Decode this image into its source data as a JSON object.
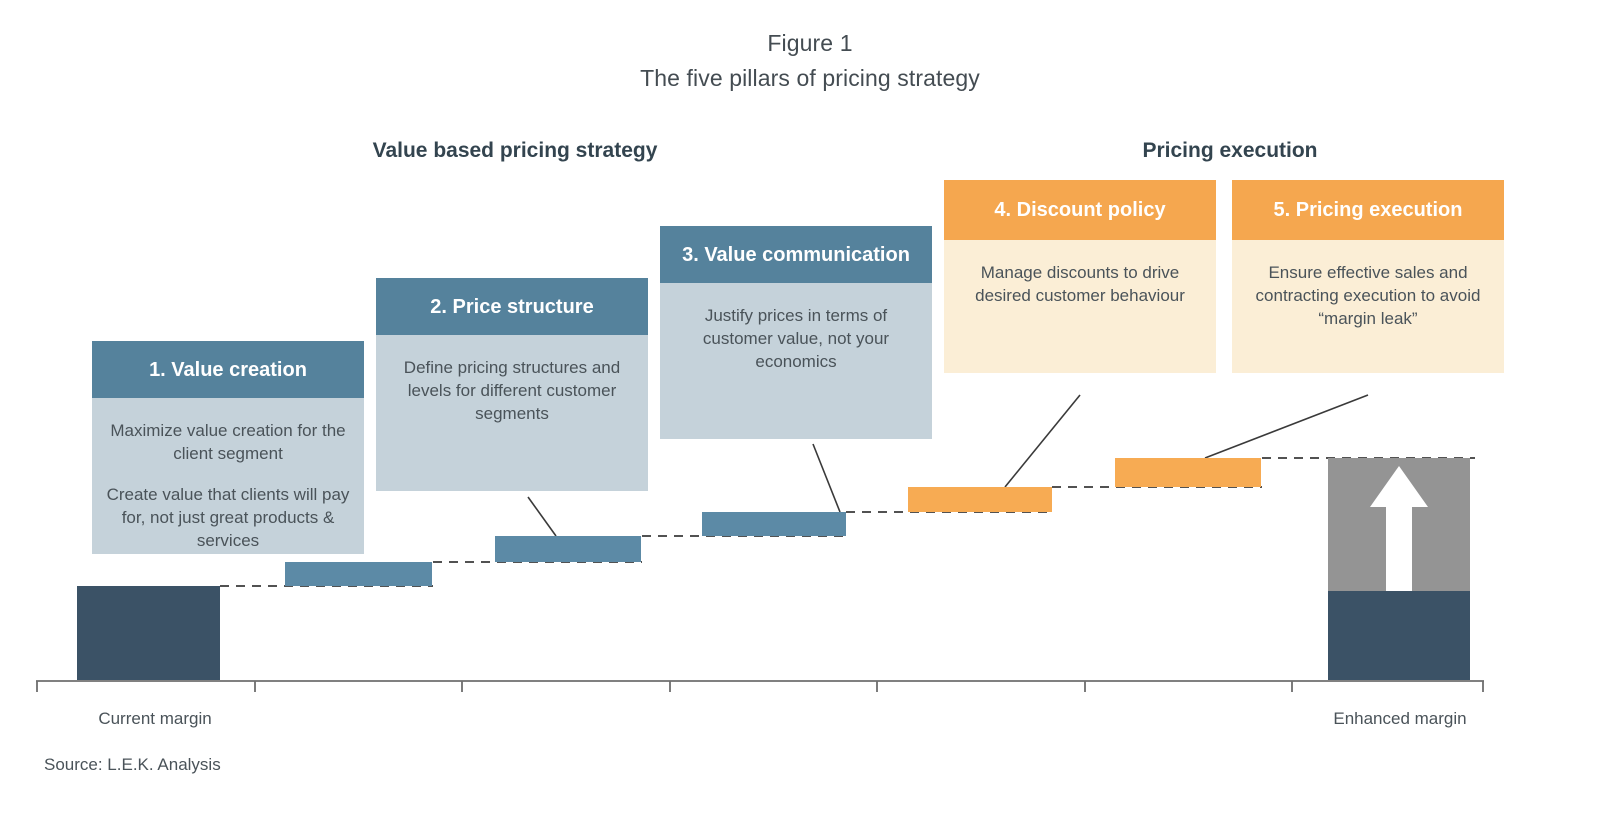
{
  "figure": {
    "number": "Figure 1",
    "title": "The five pillars of pricing strategy",
    "source": "Source: L.E.K. Analysis"
  },
  "sections": {
    "left": "Value based pricing strategy",
    "right": "Pricing execution"
  },
  "cards": [
    {
      "heading": "1. Value creation",
      "body1": "Maximize value creation for the client segment",
      "body2": "Create value that clients will pay for, not just great products & services",
      "color": "#55829c"
    },
    {
      "heading": "2. Price structure",
      "body1": "Define pricing structures and levels for different customer segments",
      "body2": "",
      "color": "#55829c"
    },
    {
      "heading": "3. Value communication",
      "body1": "Justify prices in terms of customer value, not your economics",
      "body2": "",
      "color": "#55829c"
    },
    {
      "heading": "4. Discount policy",
      "body1": "Manage discounts to drive desired customer behaviour",
      "body2": "",
      "color": "#f5a74f"
    },
    {
      "heading": "5. Pricing execution",
      "body1": "Ensure effective sales and contracting execution to avoid “margin leak”",
      "body2": "",
      "color": "#f5a74f"
    }
  ],
  "axis": {
    "left_label": "Current margin",
    "right_label": "Enhanced margin"
  },
  "colors": {
    "navy": "#3b5266",
    "blue_header": "#55829c",
    "blue_body": "#c5d2da",
    "step_blue": "#5c8aa6",
    "orange_header": "#f5a74f",
    "orange_body": "#fbeed6",
    "step_orange": "#f7ab53",
    "gray_uplift": "#949494",
    "axis": "#6e6e6e",
    "connector": "#3a3a3a",
    "text": "#4a5359",
    "heading_text": "#33444f"
  },
  "chart_data": {
    "type": "bar",
    "title": "The five pillars of pricing strategy",
    "subtype": "waterfall",
    "xlabel": "",
    "ylabel": "",
    "grid": false,
    "legend": "none",
    "categories": [
      "Current margin",
      "1. Value creation",
      "2. Price structure",
      "3. Value communication",
      "4. Discount policy",
      "5. Pricing execution",
      "Enhanced margin"
    ],
    "measure": [
      "absolute",
      "relative",
      "relative",
      "relative",
      "relative",
      "relative",
      "total"
    ],
    "values": [
      100,
      14,
      17,
      22,
      24,
      23,
      200
    ],
    "cumulative_start": [
      0,
      100,
      114,
      131,
      153,
      177,
      0
    ],
    "cumulative_end": [
      100,
      114,
      131,
      153,
      177,
      200,
      200
    ],
    "bar_colors": [
      "#3b5266",
      "#5c8aa6",
      "#5c8aa6",
      "#5c8aa6",
      "#f7ab53",
      "#f7ab53",
      "#949494"
    ],
    "total_bar_base_color": "#3b5266",
    "total_bar_uplift_color": "#949494",
    "annotations": [
      "white up arrow inside enhanced margin uplift segment"
    ],
    "connectors": "dashed horizontal lines between step tops",
    "ylim": [
      0,
      260
    ]
  }
}
